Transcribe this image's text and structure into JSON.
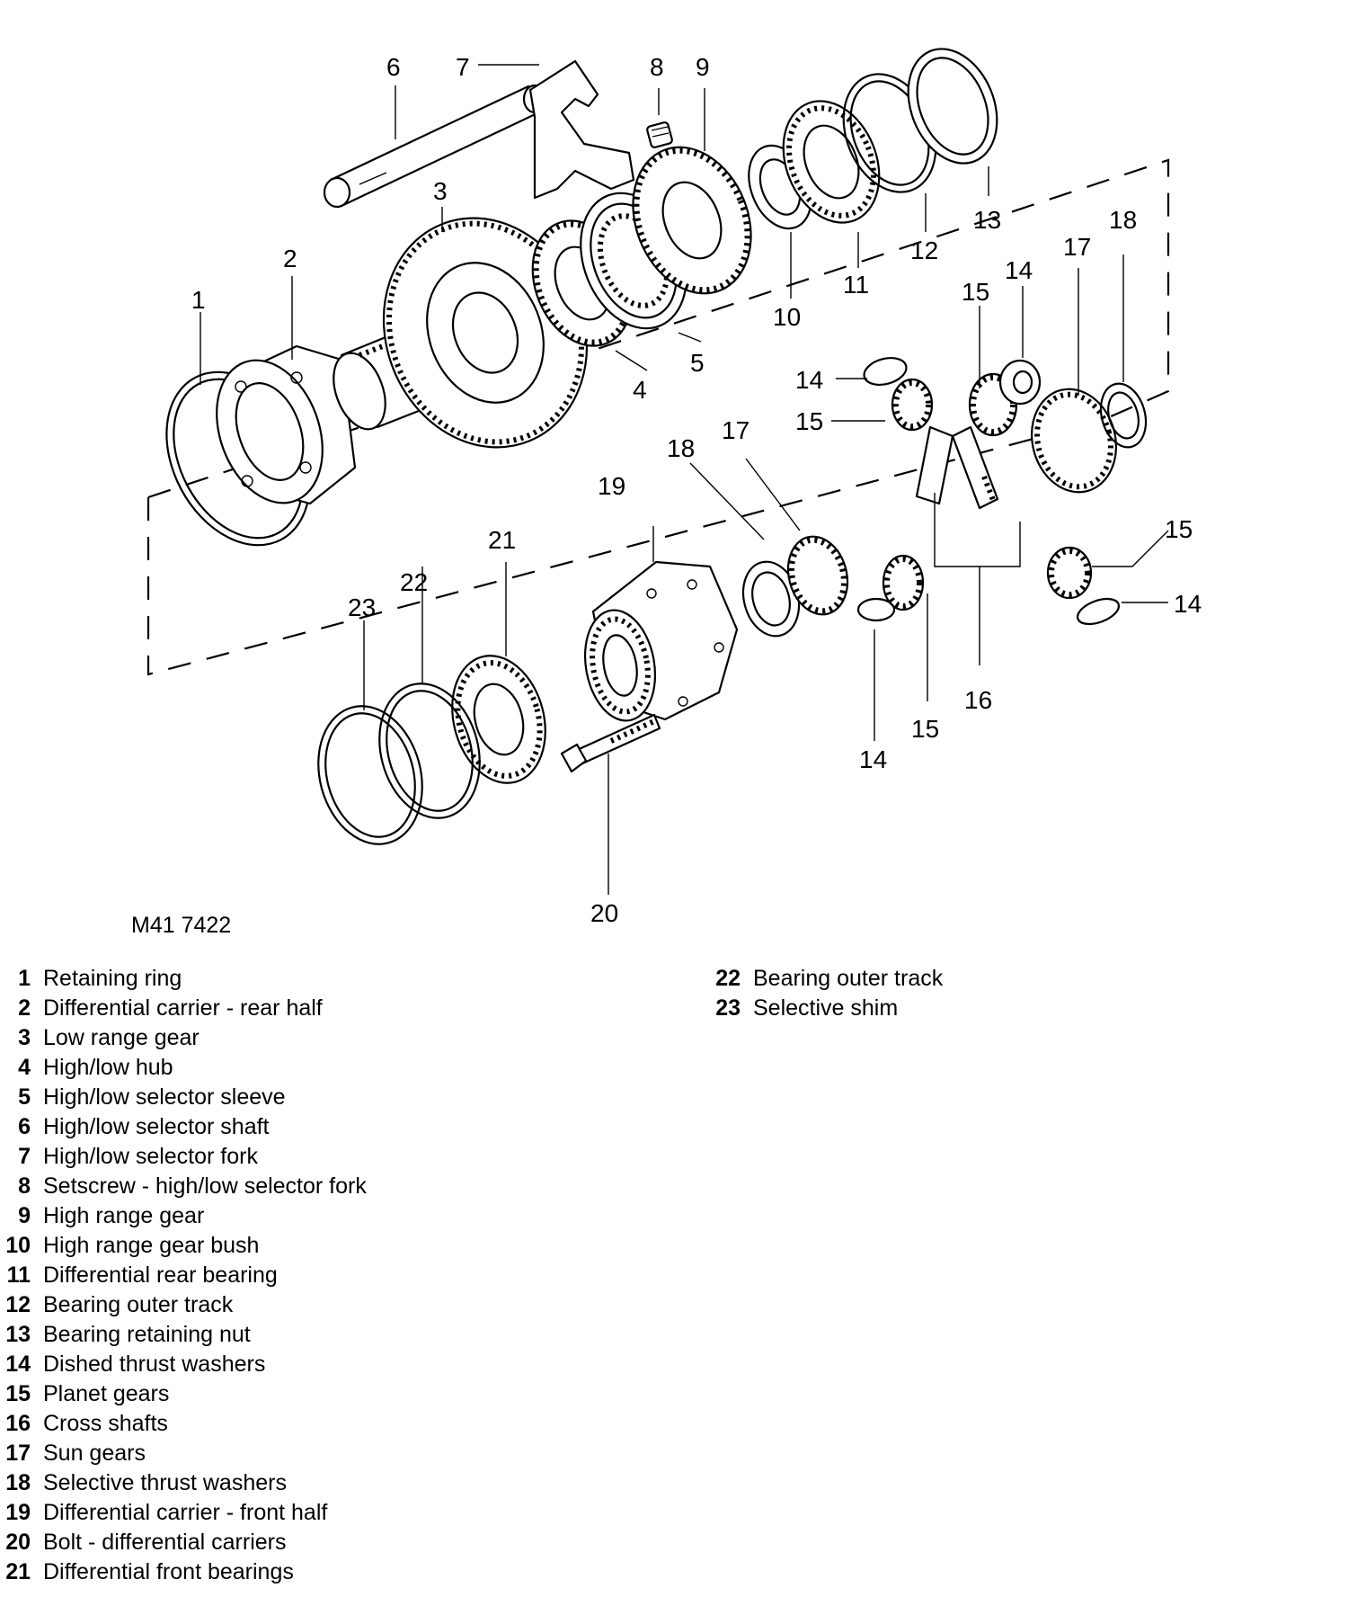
{
  "figure": {
    "reference": "M41 7422",
    "callouts": [
      "1",
      "2",
      "3",
      "4",
      "5",
      "6",
      "7",
      "8",
      "9",
      "10",
      "11",
      "12",
      "13",
      "14",
      "15",
      "16",
      "17",
      "18",
      "19",
      "20",
      "21",
      "22",
      "23"
    ]
  },
  "legend": [
    {
      "num": "1",
      "label": "Retaining ring"
    },
    {
      "num": "2",
      "label": "Differential carrier - rear half"
    },
    {
      "num": "3",
      "label": "Low range gear"
    },
    {
      "num": "4",
      "label": "High/low hub"
    },
    {
      "num": "5",
      "label": "High/low selector sleeve"
    },
    {
      "num": "6",
      "label": "High/low selector shaft"
    },
    {
      "num": "7",
      "label": "High/low selector fork"
    },
    {
      "num": "8",
      "label": "Setscrew - high/low selector fork"
    },
    {
      "num": "9",
      "label": "High range gear"
    },
    {
      "num": "10",
      "label": "High range gear bush"
    },
    {
      "num": "11",
      "label": "Differential rear bearing"
    },
    {
      "num": "12",
      "label": "Bearing outer track"
    },
    {
      "num": "13",
      "label": "Bearing retaining nut"
    },
    {
      "num": "14",
      "label": "Dished thrust washers"
    },
    {
      "num": "15",
      "label": "Planet gears"
    },
    {
      "num": "16",
      "label": "Cross shafts"
    },
    {
      "num": "17",
      "label": "Sun gears"
    },
    {
      "num": "18",
      "label": "Selective thrust washers"
    },
    {
      "num": "19",
      "label": "Differential carrier - front half"
    },
    {
      "num": "20",
      "label": "Bolt - differential carriers"
    },
    {
      "num": "21",
      "label": "Differential front bearings"
    },
    {
      "num": "22",
      "label": "Bearing outer track"
    },
    {
      "num": "23",
      "label": "Selective shim"
    }
  ]
}
